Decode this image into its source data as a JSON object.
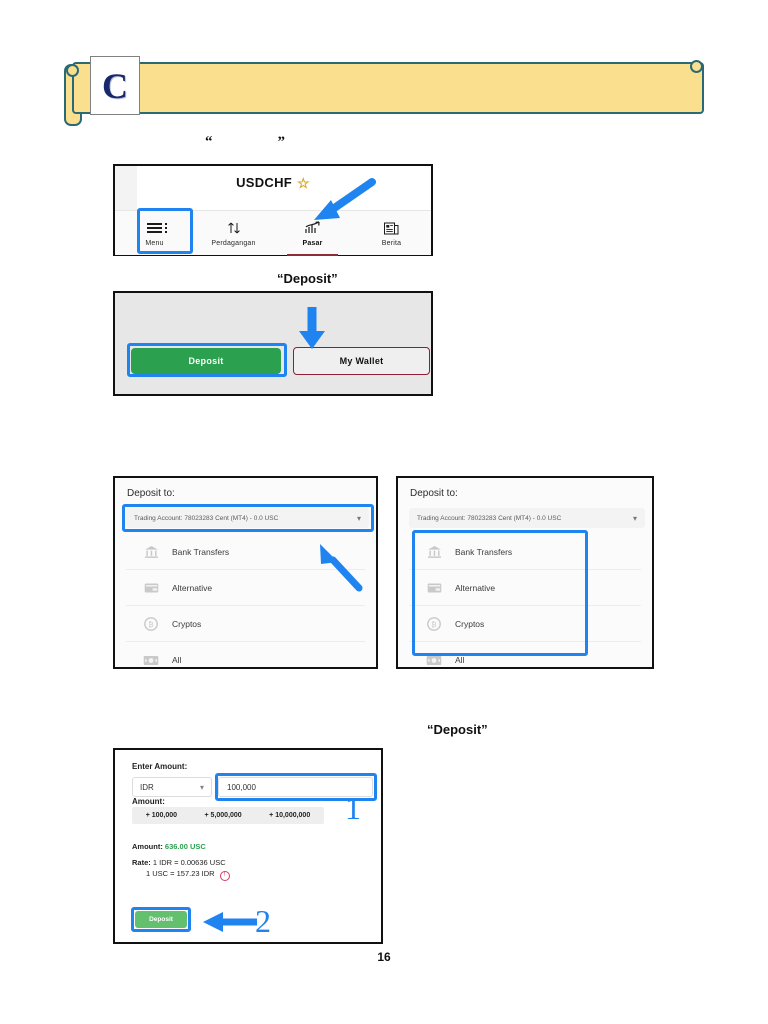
{
  "banner": {
    "letter": "C",
    "text": ""
  },
  "quotes": {
    "open": "“",
    "close": "”"
  },
  "captions": {
    "deposit_button": "“Deposit”",
    "deposit_final": "“Deposit”"
  },
  "app_screenshot": {
    "symbol": "USDCHF",
    "star_icon": "star-icon",
    "tabs": [
      {
        "label": "Menu",
        "icon": "hamburger-menu-icon",
        "active": false,
        "highlighted": true
      },
      {
        "label": "Perdagangan",
        "icon": "arrows-up-down-icon",
        "active": false,
        "highlighted": false
      },
      {
        "label": "Pasar",
        "icon": "chart-trend-icon",
        "active": true,
        "highlighted": false
      },
      {
        "label": "Berita",
        "icon": "news-paper-icon",
        "active": false,
        "highlighted": false
      }
    ]
  },
  "wallet_screenshot": {
    "deposit_label": "Deposit",
    "my_wallet_label": "My Wallet",
    "deposit_color": "#2ba04e",
    "wallet_border_color": "#8e1f37"
  },
  "deposit_panel_left": {
    "title": "Deposit to:",
    "account_value": "Trading Account: 78023283 Cent (MT4) - 0.0 USC",
    "chevron_icon": "chevron-down-icon",
    "methods": [
      {
        "label": "Bank Transfers",
        "icon": "bank-icon"
      },
      {
        "label": "Alternative",
        "icon": "wallet-card-icon"
      },
      {
        "label": "Cryptos",
        "icon": "coin-icon"
      },
      {
        "label": "All",
        "icon": "banknote-icon"
      }
    ]
  },
  "deposit_panel_right": {
    "title": "Deposit to:",
    "account_value": "Trading Account: 78023283 Cent (MT4) - 0.0 USC",
    "chevron_icon": "chevron-down-icon",
    "methods": [
      {
        "label": "Bank Transfers",
        "icon": "bank-icon"
      },
      {
        "label": "Alternative",
        "icon": "wallet-card-icon"
      },
      {
        "label": "Cryptos",
        "icon": "coin-icon"
      },
      {
        "label": "All",
        "icon": "banknote-icon"
      }
    ]
  },
  "amount_panel": {
    "enter_amount_label": "Enter Amount:",
    "currency_value": "IDR",
    "amount_value": "100,000",
    "amount_label": "Amount:",
    "quick_amounts": [
      "+ 100,000",
      "+ 5,000,000",
      "+ 10,000,000"
    ],
    "amount_result_label": "Amount:",
    "amount_result_value": "636.00 USC",
    "rate_label": "Rate:",
    "rate_line1": "1 IDR = 0.00636 USC",
    "rate_line2": "1 USC = 157.23 IDR",
    "info_icon": "info-icon",
    "deposit_label": "Deposit",
    "step1_marker": "1",
    "step2_marker": "2"
  },
  "footer": {
    "page_number": "16"
  }
}
